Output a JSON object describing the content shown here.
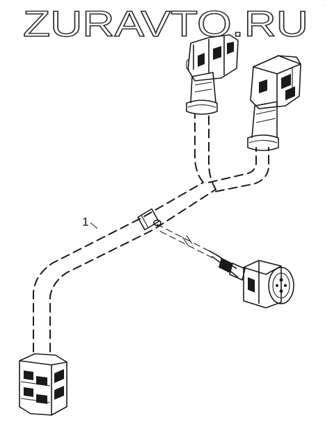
{
  "watermark": {
    "text": "ZURAVTO.RU"
  },
  "corner_mark": {
    "text": "..."
  },
  "callouts": [
    {
      "label": "1"
    }
  ],
  "colors": {
    "line": "#1a1a1a",
    "background": "#ffffff",
    "watermark_outline": "#2a2a2a"
  },
  "icons": [
    "wiring-harness",
    "connector-block",
    "cable-clamp",
    "round-connector"
  ]
}
